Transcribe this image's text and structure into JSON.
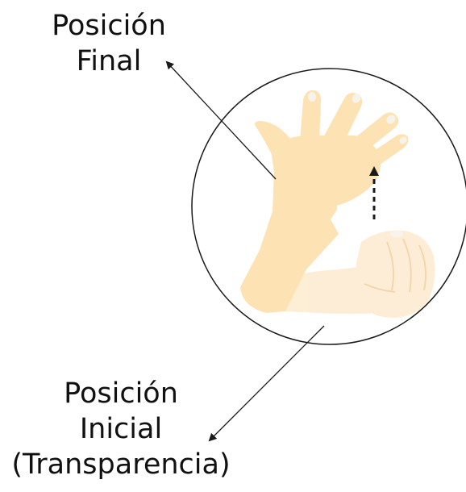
{
  "final_label": {
    "line1": "Posición",
    "line2": "Final"
  },
  "initial_label": {
    "line1": "Posición",
    "line2": "Inicial",
    "line3": "(Transparencia)"
  },
  "colors": {
    "skin_final": "#fde2b4",
    "skin_initial": "#fdebcf",
    "finger_line": "#f0cfa0",
    "nail": "#f7f2ea",
    "outline": "#1a1a1a",
    "arrow": "#1a1a1a",
    "text": "#111111"
  },
  "icons": {
    "final_hand": "open-hand-raised-icon",
    "initial_hand": "closed-fist-icon",
    "movement": "dashed-up-arrow-icon"
  }
}
